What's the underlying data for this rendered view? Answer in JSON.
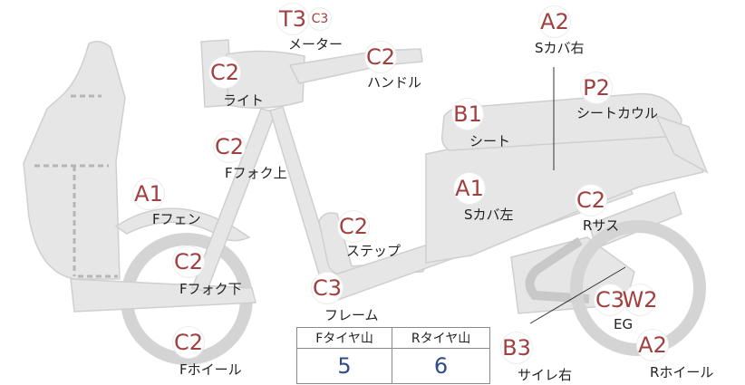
{
  "parts": [
    {
      "id": "meter",
      "codes": [
        "T3",
        "C3"
      ],
      "label": "メーター"
    },
    {
      "id": "handle",
      "codes": [
        "C2"
      ],
      "label": "ハンドル"
    },
    {
      "id": "light",
      "codes": [
        "C2"
      ],
      "label": "ライト"
    },
    {
      "id": "ffork-upper",
      "codes": [
        "C2"
      ],
      "label": "Fフォク上"
    },
    {
      "id": "ffender",
      "codes": [
        "A1"
      ],
      "label": "Fフェン"
    },
    {
      "id": "ffork-lower",
      "codes": [
        "C2"
      ],
      "label": "Fフォク下"
    },
    {
      "id": "fwheel",
      "codes": [
        "C2"
      ],
      "label": "Fホイール"
    },
    {
      "id": "step",
      "codes": [
        "C2"
      ],
      "label": "ステップ"
    },
    {
      "id": "frame",
      "codes": [
        "C3"
      ],
      "label": "フレーム"
    },
    {
      "id": "scover-right",
      "codes": [
        "A2"
      ],
      "label": "Sカバ右"
    },
    {
      "id": "seat-cowl",
      "codes": [
        "P2"
      ],
      "label": "シートカウル"
    },
    {
      "id": "seat",
      "codes": [
        "B1"
      ],
      "label": "シート"
    },
    {
      "id": "scover-left",
      "codes": [
        "A1"
      ],
      "label": "Sカバ左"
    },
    {
      "id": "rsus",
      "codes": [
        "C2"
      ],
      "label": "Rサス"
    },
    {
      "id": "eg",
      "codes": [
        "C3",
        "W2"
      ],
      "label": "EG"
    },
    {
      "id": "muffler-right",
      "codes": [
        "B3"
      ],
      "label": "サイレ右"
    },
    {
      "id": "rwheel",
      "codes": [
        "A2"
      ],
      "label": "Rホイール"
    }
  ],
  "tire_table": {
    "headers": [
      "Fタイヤ山",
      "Rタイヤ山"
    ],
    "values": [
      "5",
      "6"
    ]
  }
}
